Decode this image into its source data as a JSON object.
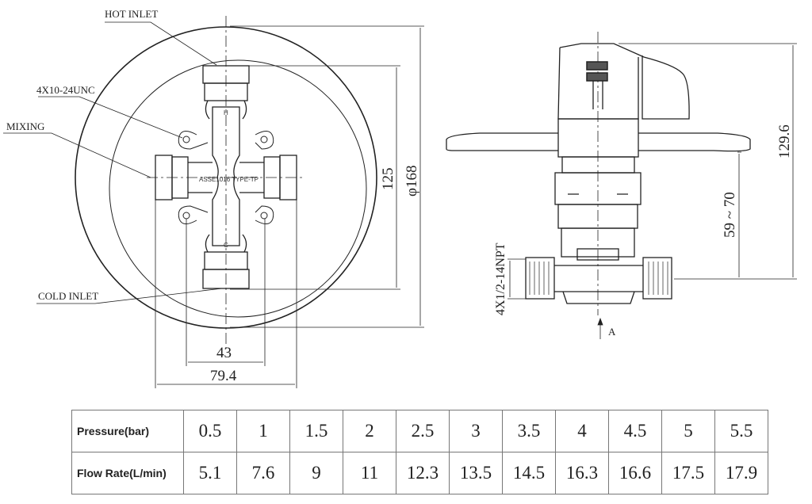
{
  "front_view": {
    "labels": {
      "hot_inlet": "HOT INLET",
      "mounting_screws": "4X10-24UNC",
      "mixing": "MIXING",
      "cold_inlet": "COLD INLET",
      "body_marking": "ASSE1016  TYPE-TP",
      "hot_mark": "H",
      "cold_mark": "C"
    },
    "dimensions": {
      "inlet_spacing": "125",
      "plate_diameter": "φ168",
      "screw_spacing": "43",
      "outlet_spacing": "79.4"
    }
  },
  "side_view": {
    "dimensions": {
      "overall_height": "129.6",
      "wall_depth": "59 ~ 70",
      "thread": "4X1/2-14NPT"
    },
    "view_arrow_label": "A"
  },
  "table": {
    "rows": [
      {
        "header": "Pressure(bar)",
        "values": [
          "0.5",
          "1",
          "1.5",
          "2",
          "2.5",
          "3",
          "3.5",
          "4",
          "4.5",
          "5",
          "5.5"
        ]
      },
      {
        "header": "Flow Rate(L/min)",
        "values": [
          "5.1",
          "7.6",
          "9",
          "11",
          "12.3",
          "13.5",
          "14.5",
          "16.3",
          "16.6",
          "17.5",
          "17.9"
        ]
      }
    ]
  }
}
